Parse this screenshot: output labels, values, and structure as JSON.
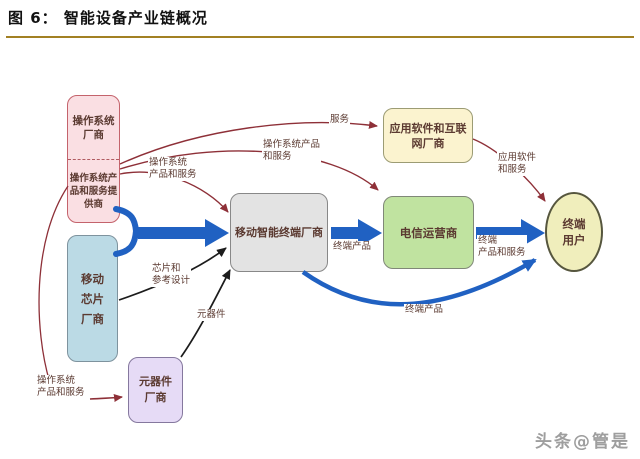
{
  "figure": {
    "title": "图 6： 智能设备产业链概况",
    "watermark": "头条@管是"
  },
  "nodes": {
    "os_vendor": {
      "title": "操作系统\n厂商",
      "subtitle": "操作系统产\n品和服务提\n供商"
    },
    "chip_vendor": {
      "label": "移动\n芯片\n厂商"
    },
    "component_vendor": {
      "label": "元器件\n厂商"
    },
    "terminal_vendor": {
      "label": "移动智能终端厂商"
    },
    "app_internet_vendor": {
      "label": "应用软件和互联\n网厂商"
    },
    "telecom_operator": {
      "label": "电信运营商"
    },
    "end_user": {
      "label": "终端\n用户"
    }
  },
  "edge_labels": {
    "services": "服务",
    "os_products_to_operator": "操作系统产品\n和服务",
    "os_products_to_terminal": "操作系统\n产品和服务",
    "chip_reference_design": "芯片和\n参考设计",
    "components": "元器件",
    "os_products_to_component": "操作系统\n产品和服务",
    "terminal_products_mid": "终端产品",
    "terminal_products_services": "终端\n产品和服务",
    "terminal_products_curve": "终端产品",
    "app_software_services": "应用软件\n和服务"
  },
  "colors": {
    "title_rule": "#A28023",
    "arrow_blue": "#2061C2",
    "arrow_maroon": "#8E3038",
    "arrow_black": "#1C1C1C"
  }
}
